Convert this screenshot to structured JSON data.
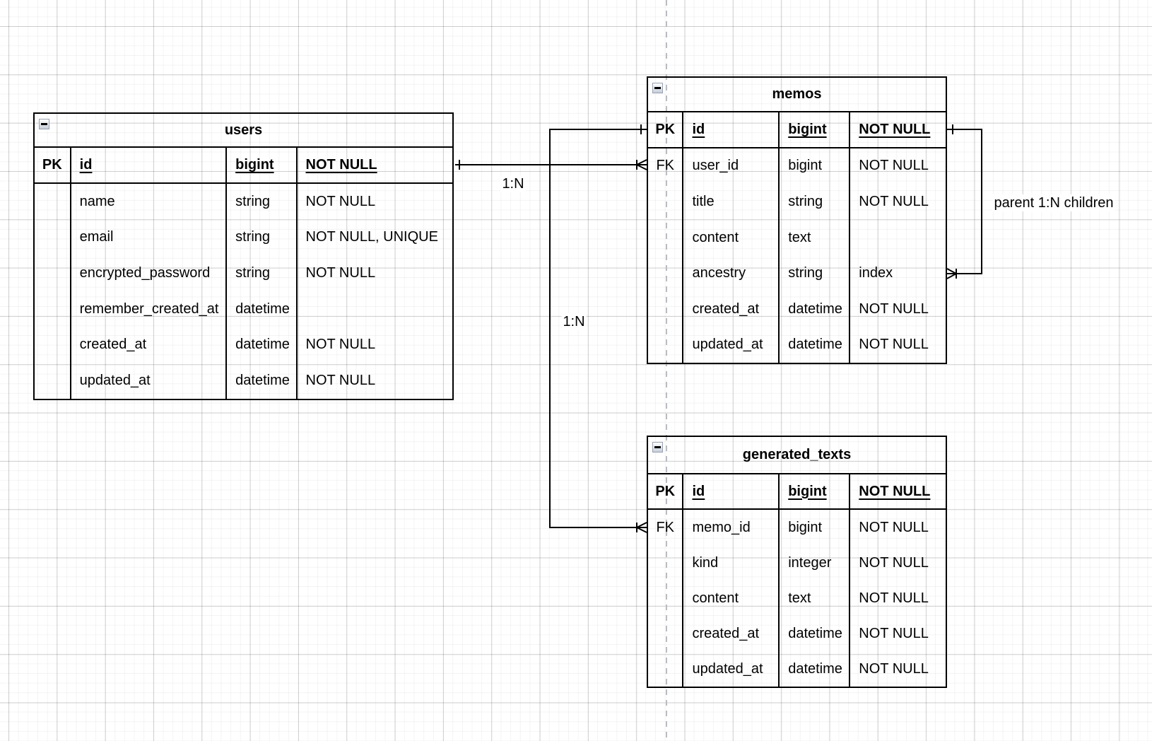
{
  "diagram": {
    "tables": [
      {
        "id": "users",
        "title": "users",
        "rows": [
          {
            "key": "PK",
            "name": "id",
            "type": "bigint",
            "attr": "NOT NULL",
            "header": true
          },
          {
            "key": "",
            "name": "name",
            "type": "string",
            "attr": "NOT NULL"
          },
          {
            "key": "",
            "name": "email",
            "type": "string",
            "attr": "NOT NULL, UNIQUE"
          },
          {
            "key": "",
            "name": "encrypted_password",
            "type": "string",
            "attr": "NOT NULL"
          },
          {
            "key": "",
            "name": "remember_created_at",
            "type": "datetime",
            "attr": ""
          },
          {
            "key": "",
            "name": "created_at",
            "type": "datetime",
            "attr": "NOT NULL"
          },
          {
            "key": "",
            "name": "updated_at",
            "type": "datetime",
            "attr": "NOT NULL"
          }
        ]
      },
      {
        "id": "memos",
        "title": "memos",
        "rows": [
          {
            "key": "PK",
            "name": "id",
            "type": "bigint",
            "attr": "NOT NULL",
            "header": true
          },
          {
            "key": "FK",
            "name": "user_id",
            "type": "bigint",
            "attr": "NOT NULL"
          },
          {
            "key": "",
            "name": "title",
            "type": "string",
            "attr": "NOT NULL"
          },
          {
            "key": "",
            "name": "content",
            "type": "text",
            "attr": ""
          },
          {
            "key": "",
            "name": "ancestry",
            "type": "string",
            "attr": "index"
          },
          {
            "key": "",
            "name": "created_at",
            "type": "datetime",
            "attr": "NOT NULL"
          },
          {
            "key": "",
            "name": "updated_at",
            "type": "datetime",
            "attr": "NOT NULL"
          }
        ]
      },
      {
        "id": "generated_texts",
        "title": "generated_texts",
        "rows": [
          {
            "key": "PK",
            "name": "id",
            "type": "bigint",
            "attr": "NOT NULL",
            "header": true
          },
          {
            "key": "FK",
            "name": "memo_id",
            "type": "bigint",
            "attr": "NOT NULL"
          },
          {
            "key": "",
            "name": "kind",
            "type": "integer",
            "attr": "NOT NULL"
          },
          {
            "key": "",
            "name": "content",
            "type": "text",
            "attr": "NOT NULL"
          },
          {
            "key": "",
            "name": "created_at",
            "type": "datetime",
            "attr": "NOT NULL"
          },
          {
            "key": "",
            "name": "updated_at",
            "type": "datetime",
            "attr": "NOT NULL"
          }
        ]
      }
    ],
    "relations": [
      {
        "id": "users-to-memos",
        "label": "1:N"
      },
      {
        "id": "memos-to-generated-texts",
        "label": "1:N"
      },
      {
        "id": "memos-self-ancestry",
        "label": "parent 1:N children"
      }
    ],
    "colors": {
      "stroke": "#000000",
      "guide": "#b9bcc1"
    }
  }
}
